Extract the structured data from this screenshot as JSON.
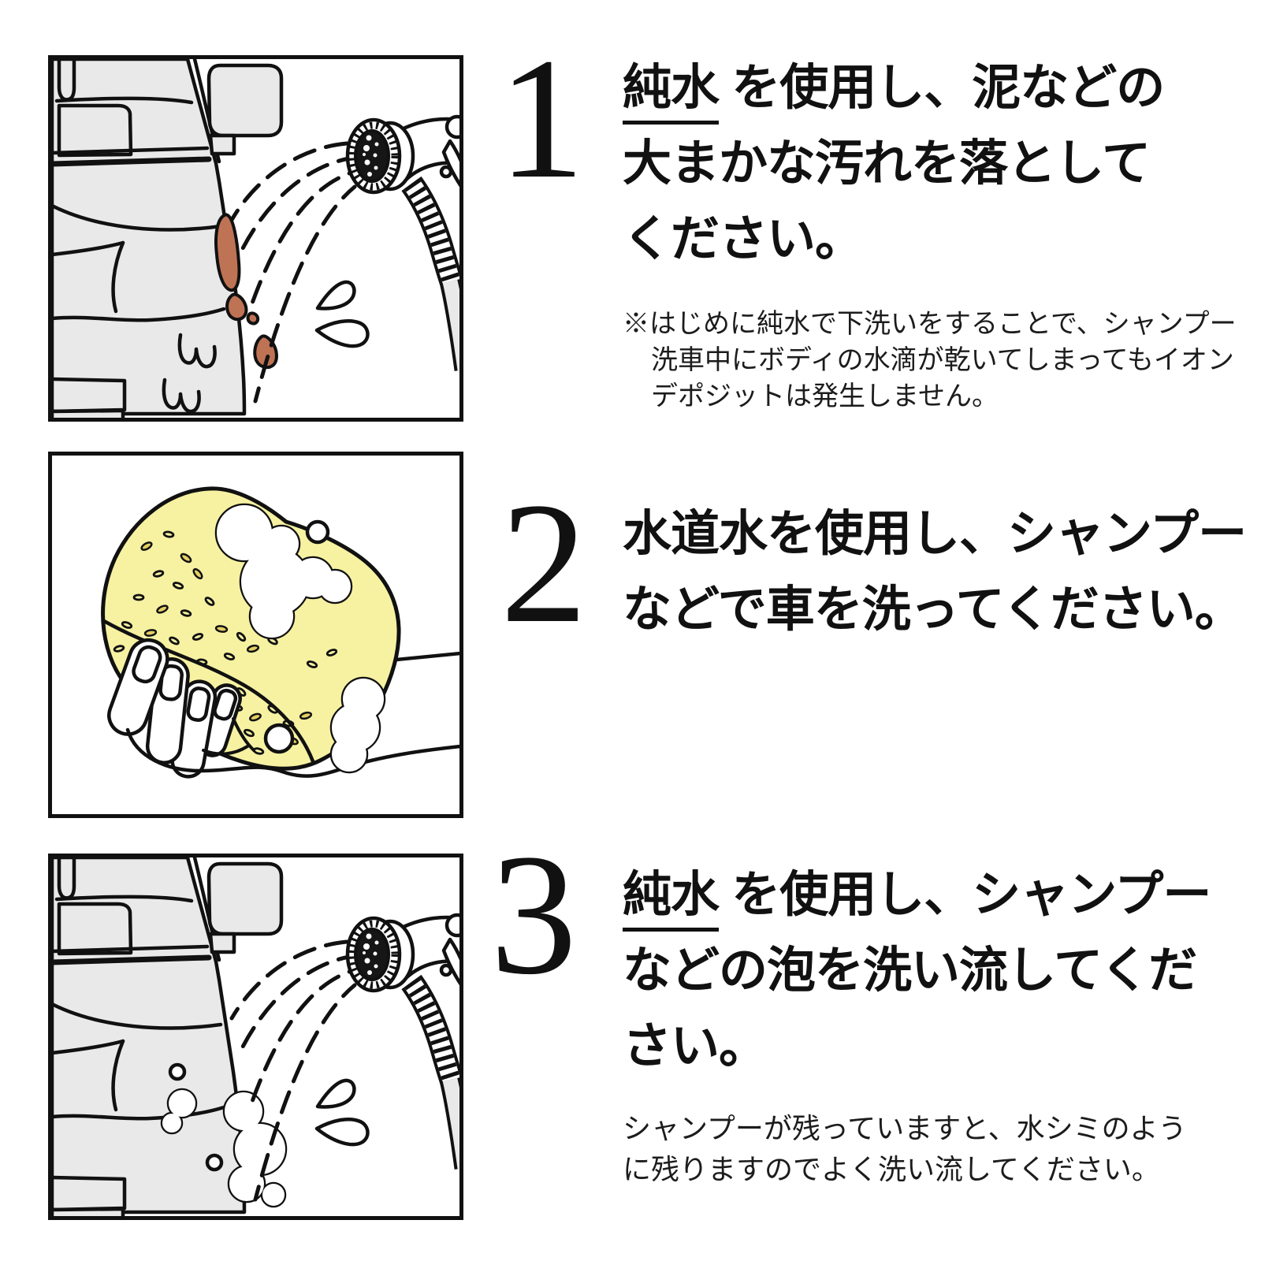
{
  "colors": {
    "ink": "#111111",
    "paper": "#ffffff",
    "car_gray": "#e9e9e9",
    "mud": "#bf7355",
    "sponge": "#f6f2a2",
    "pore": "#e3cf63"
  },
  "icons": {
    "step1_illustration": "car-sprayed-with-pure-water-mud-stains",
    "step2_illustration": "hand-holding-foamy-yellow-sponge",
    "step3_illustration": "car-sprayed-rinsing-foam-bubbles"
  },
  "steps": [
    {
      "number": "1",
      "heading": {
        "underlined": "純水",
        "line1_rest": " を使用し、泥などの",
        "line2": "大まかな汚れを落として",
        "line3": "ください。"
      },
      "note": {
        "line1": "※はじめに純水で下洗いをすることで、シャンプー",
        "line2": "洗車中にボディの水滴が乾いてしまってもイオン",
        "line3": "デポジットは発生しません。"
      }
    },
    {
      "number": "2",
      "heading": {
        "line1": "水道水を使用し、シャンプー",
        "line2": "などで車を洗ってください。"
      }
    },
    {
      "number": "3",
      "heading": {
        "underlined": "純水",
        "line1_rest": " を使用し、シャンプー",
        "line2": "などの泡を洗い流してくだ",
        "line3": "さい。"
      },
      "note": {
        "line1": "シャンプーが残っていますと、水シミのよう",
        "line2": "に残りますのでよく洗い流してください。"
      }
    }
  ]
}
